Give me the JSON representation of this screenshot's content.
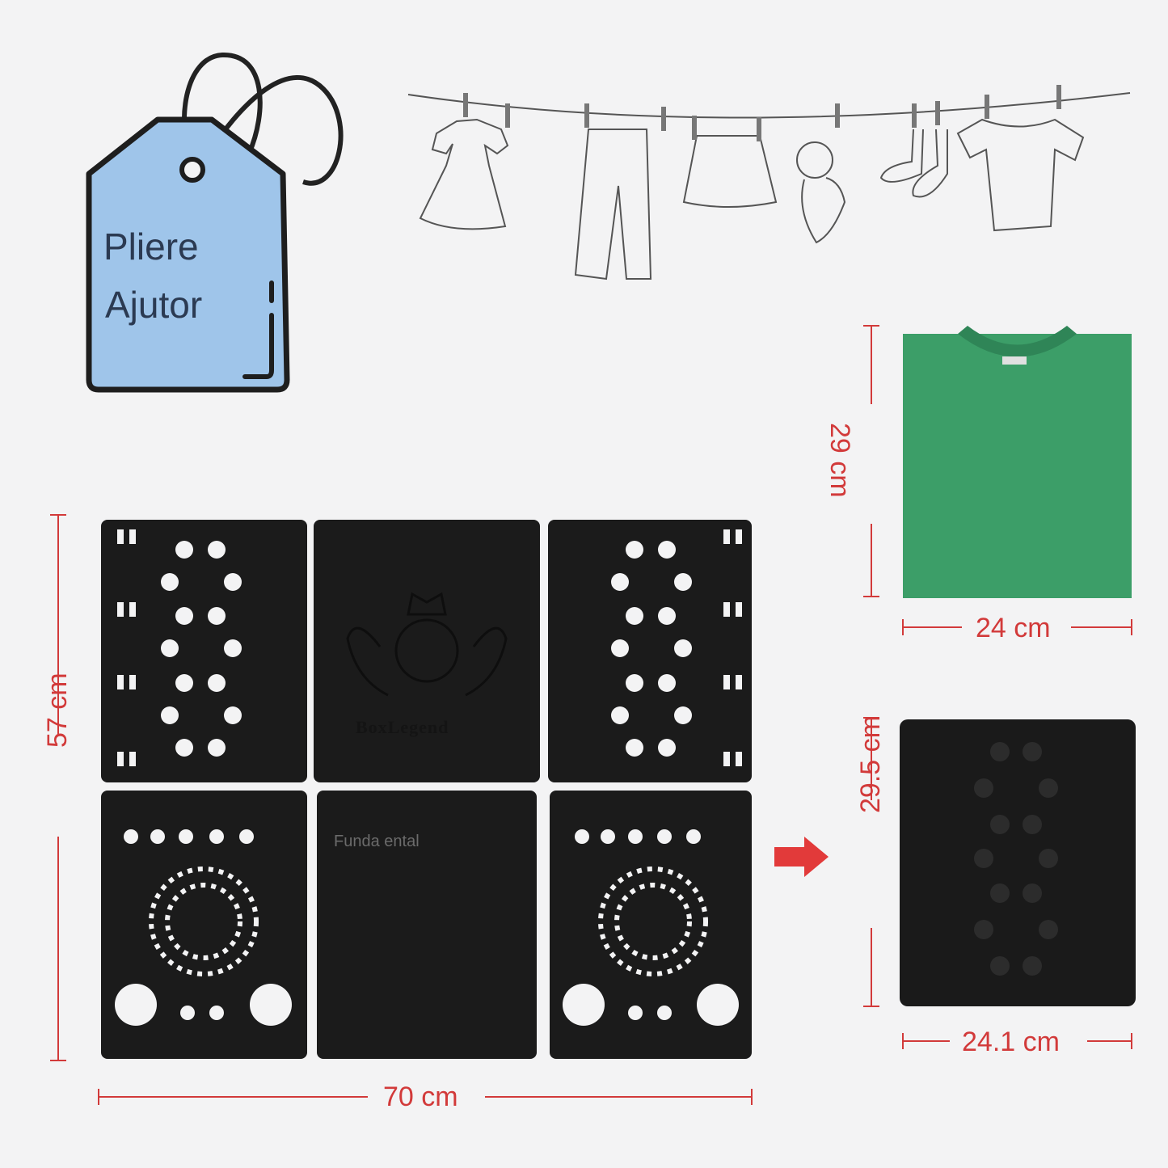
{
  "tag": {
    "line1": "Pliere",
    "line2": "Ajutor",
    "color": "#9fc5ea"
  },
  "board": {
    "brand": "BoxLegend",
    "print": "Funda ental",
    "color": "#1b1b1b"
  },
  "dimensions": {
    "width_open": "70 cm",
    "height_open": "57 cm",
    "shirt_height": "29 cm",
    "shirt_width": "24 cm",
    "folded_height": "29.5 cm",
    "folded_width": "24.1 cm"
  },
  "colors": {
    "dimension": "#d23a3a",
    "shirt": "#3c9e68",
    "arrow": "#e23a3a"
  }
}
